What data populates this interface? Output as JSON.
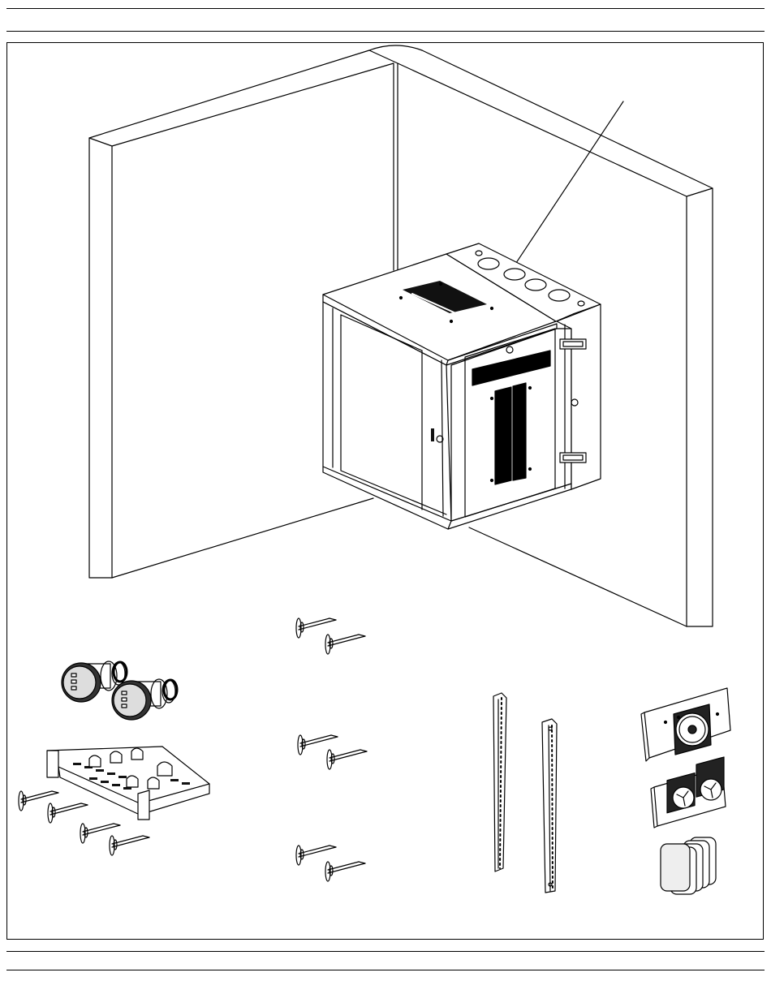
{
  "diagram": {
    "type": "line-illustration",
    "subject": "wall-mount-network-cabinet-installation",
    "colors": {
      "line": "#000000",
      "background": "#ffffff",
      "dark_fill": "#111111",
      "light_fill": "#eeeeee"
    },
    "callouts": [],
    "parts": [
      {
        "name": "wall-mount-cabinet",
        "count": 1
      },
      {
        "name": "castor-wheel",
        "count": 2
      },
      {
        "name": "cantilever-shelf",
        "count": 1
      },
      {
        "name": "screw",
        "count": 10
      },
      {
        "name": "mounting-rail",
        "count": 2
      },
      {
        "name": "fan-unit",
        "count": 2
      },
      {
        "name": "filter-pad-stack",
        "count": 1
      }
    ]
  }
}
